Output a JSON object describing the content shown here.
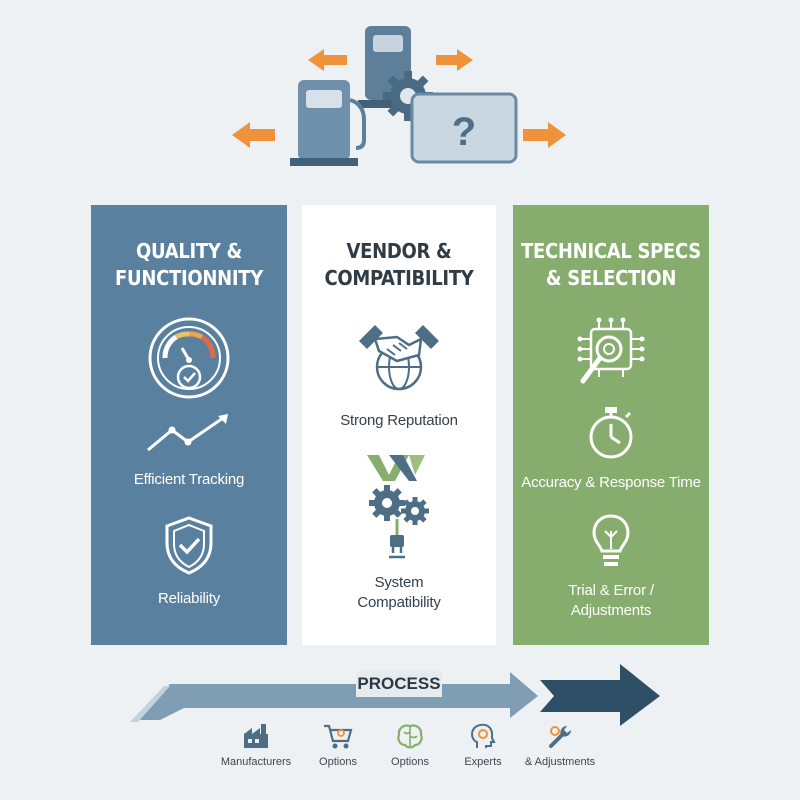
{
  "columns": [
    {
      "title_line1": "QUALITY &",
      "title_line2": "FUNCTIONNITY",
      "items": [
        {
          "label": "Efficient Tracking",
          "icon": "trend-line-icon"
        },
        {
          "label": "Reliability",
          "icon": "shield-check-icon"
        }
      ],
      "top_icon": "gauge-icon",
      "color": "#5a80a0"
    },
    {
      "title_line1": "VENDOR &",
      "title_line2": "COMPATIBILITY",
      "items": [
        {
          "label": "Strong Reputation",
          "icon": "handshake-globe-icon"
        },
        {
          "label_line1": "System",
          "label_line2": "Compatibility",
          "icon": "gears-plug-icon"
        }
      ],
      "color": "#ffffff"
    },
    {
      "title_line1": "TECHNICAL SPECS",
      "title_line2": "& SELECTION",
      "items": [
        {
          "label": "Accuracy & Response Time",
          "icon": "stopwatch-icon"
        },
        {
          "label_line1": "Trial & Error /",
          "label_line2": "Adjustments",
          "icon": "lightbulb-icon"
        }
      ],
      "top_icon": "chip-magnifier-icon",
      "color": "#86ad6d"
    }
  ],
  "process": {
    "label": "PROCESS",
    "steps": [
      {
        "label": "Manufacturers",
        "icon": "factory-icon"
      },
      {
        "label": "Options",
        "icon": "cart-icon"
      },
      {
        "label": "Options",
        "icon": "brain-icon"
      },
      {
        "label": "Experts",
        "icon": "head-gear-icon"
      },
      {
        "label": "& Adjustments",
        "icon": "wrench-icon"
      }
    ]
  },
  "hero": {
    "question_mark": "?"
  },
  "colors": {
    "blue": "#5a80a0",
    "green": "#86ad6d",
    "orange": "#f0923a",
    "dark_navy": "#2f4f66"
  }
}
